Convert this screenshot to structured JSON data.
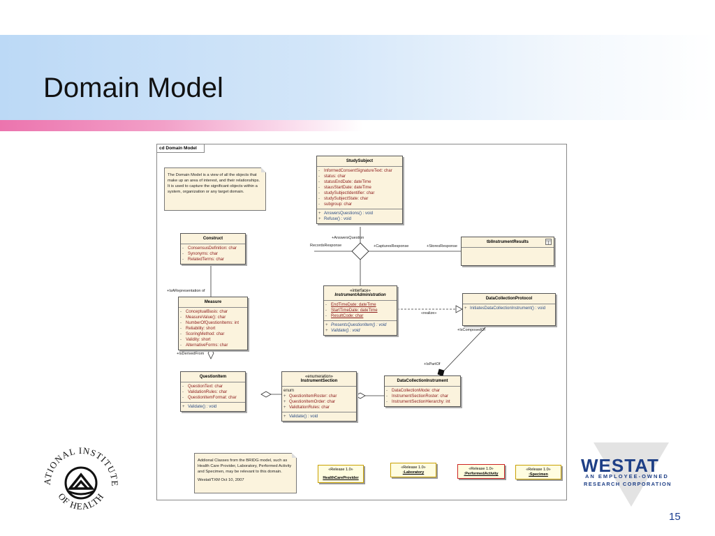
{
  "slide": {
    "title": "Domain Model",
    "page_number": "15"
  },
  "diagram": {
    "frame_label": "cd Domain Model",
    "note": "The Domain Model is a view of all the objects that make up an area of interest, and their relationships. It is used to capture the significant objects within a system, organization or any target domain.",
    "classes": {
      "study_subject": {
        "name": "StudySubject",
        "attributes": [
          "InformedConsentSignatureText:  char",
          "status:  char",
          "statusEndDate:  dateTime",
          "stausStartDate:  dateTime",
          "studySubjectIdentifier:  char",
          "studySubjectState:  char",
          "subgroup:  char"
        ],
        "operations": [
          "AnswersQuestions() : void",
          "Refuse() : void"
        ]
      },
      "construct": {
        "name": "Construct",
        "attributes": [
          "ConsensusDefinition:  char",
          "Synonyms:  char",
          "RelatedTerms:  char"
        ]
      },
      "tbl_instrument_results": {
        "name": "tblInstrumentResults"
      },
      "instrument_administration": {
        "stereotype": "«interface»",
        "name": "InstrumentAdministration",
        "attributes": [
          "EndTimeDate:  dateTime",
          "StartTimeDate:  dateTime",
          "ResultCode:  char"
        ],
        "operations": [
          "PresentsQuestionItem() : void",
          "Validate() : void"
        ]
      },
      "data_collection_protocol": {
        "name": "DataCollectionProtocol",
        "operations": [
          "InitiatesDataCollectionInstrument() : void"
        ]
      },
      "measure": {
        "name": "Measure",
        "attributes": [
          "ConceptualBasis:  char",
          "MeasureValue():  char",
          "NumberOfQuestionItems:  int",
          "Reliability:  short",
          "ScoringMethod:  char",
          "Validity:  short",
          "AlternativeForms:  char"
        ]
      },
      "question_item": {
        "name": "QuestionItem",
        "attributes": [
          "QuestionText:  char",
          "ValidationRules:  char",
          "QuestionItemFormat:  char"
        ],
        "operations": [
          "Validate() : void"
        ]
      },
      "instrument_section": {
        "stereotype": "«enumeration»",
        "name": "InstrumentSection",
        "literal": "enum",
        "attributes": [
          "QuestionItemRoster:  char",
          "QuestionItemOrder:  char",
          "ValidtationRules:  char"
        ],
        "operations": [
          "Validate() : void"
        ]
      },
      "data_collection_instrument": {
        "name": "DataCollectionInstrument",
        "attributes": [
          "DataCollectionMode:  char",
          "InstrumentSectionRoster:  char",
          "InstrumentSectionHierarchy:  int"
        ]
      }
    },
    "labels": {
      "answers_question": "+AnswersQuestion",
      "records_response": "RecordsResponse",
      "captures_response": "+CapturesResponse",
      "stores_response": "+StoresResponse",
      "realize": "«realize»",
      "is_representation_of": "+IsARepresentation of",
      "is_derived_from": "+IsDerivedFrom",
      "is_composed_of": "+IsComposedOf",
      "is_part_of": "+IsPartOf"
    },
    "bottom_note": {
      "text": "Addional Classes from the BRIDG model, such as Health Care Provider, Laboratory, Performed Activity and Specimen, may be relevant to this domain.",
      "signature": "Westat/TXM Oct 10, 2007"
    },
    "release_boxes": [
      {
        "stereotype": "«Release 1.0»",
        "name": "HealthCareProvider",
        "border": "#c8a000"
      },
      {
        "stereotype": "«Release 1.0»",
        "name": ":Laboratory",
        "border": "#c8a000"
      },
      {
        "stereotype": "«Release 1.0»",
        "name": ":PerformedActivity",
        "border": "#cc2222"
      },
      {
        "stereotype": "«Release 1.0»",
        "name": ":Specimen",
        "border": "#c8a000"
      }
    ]
  },
  "logos": {
    "nih": {
      "top": "NATIONAL INSTITUTES",
      "bottom": "OF HEALTH"
    },
    "westat": {
      "name": "WESTAT",
      "line1": "AN EMPLOYEE-OWNED",
      "line2": "RESEARCH CORPORATION"
    }
  }
}
